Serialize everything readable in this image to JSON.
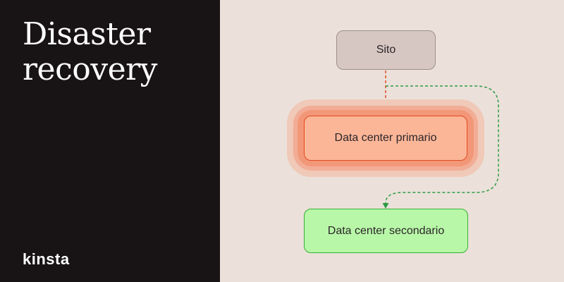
{
  "title_lines": [
    "Disaster",
    "recovery"
  ],
  "brand": "kinsta",
  "nodes": {
    "site": "Sito",
    "primary": "Data center primario",
    "secondary": "Data center secondario"
  },
  "colors": {
    "left_background": "#181315",
    "right_background": "#ebe1da",
    "site_fill": "#d7c7c2",
    "primary_fill": "#fbb698",
    "primary_border": "#e24a1f",
    "secondary_fill": "#b8f7a8",
    "secondary_border": "#34b134",
    "arrow_to_primary": "#e24a1f",
    "arrow_to_secondary": "#2e9a44"
  }
}
